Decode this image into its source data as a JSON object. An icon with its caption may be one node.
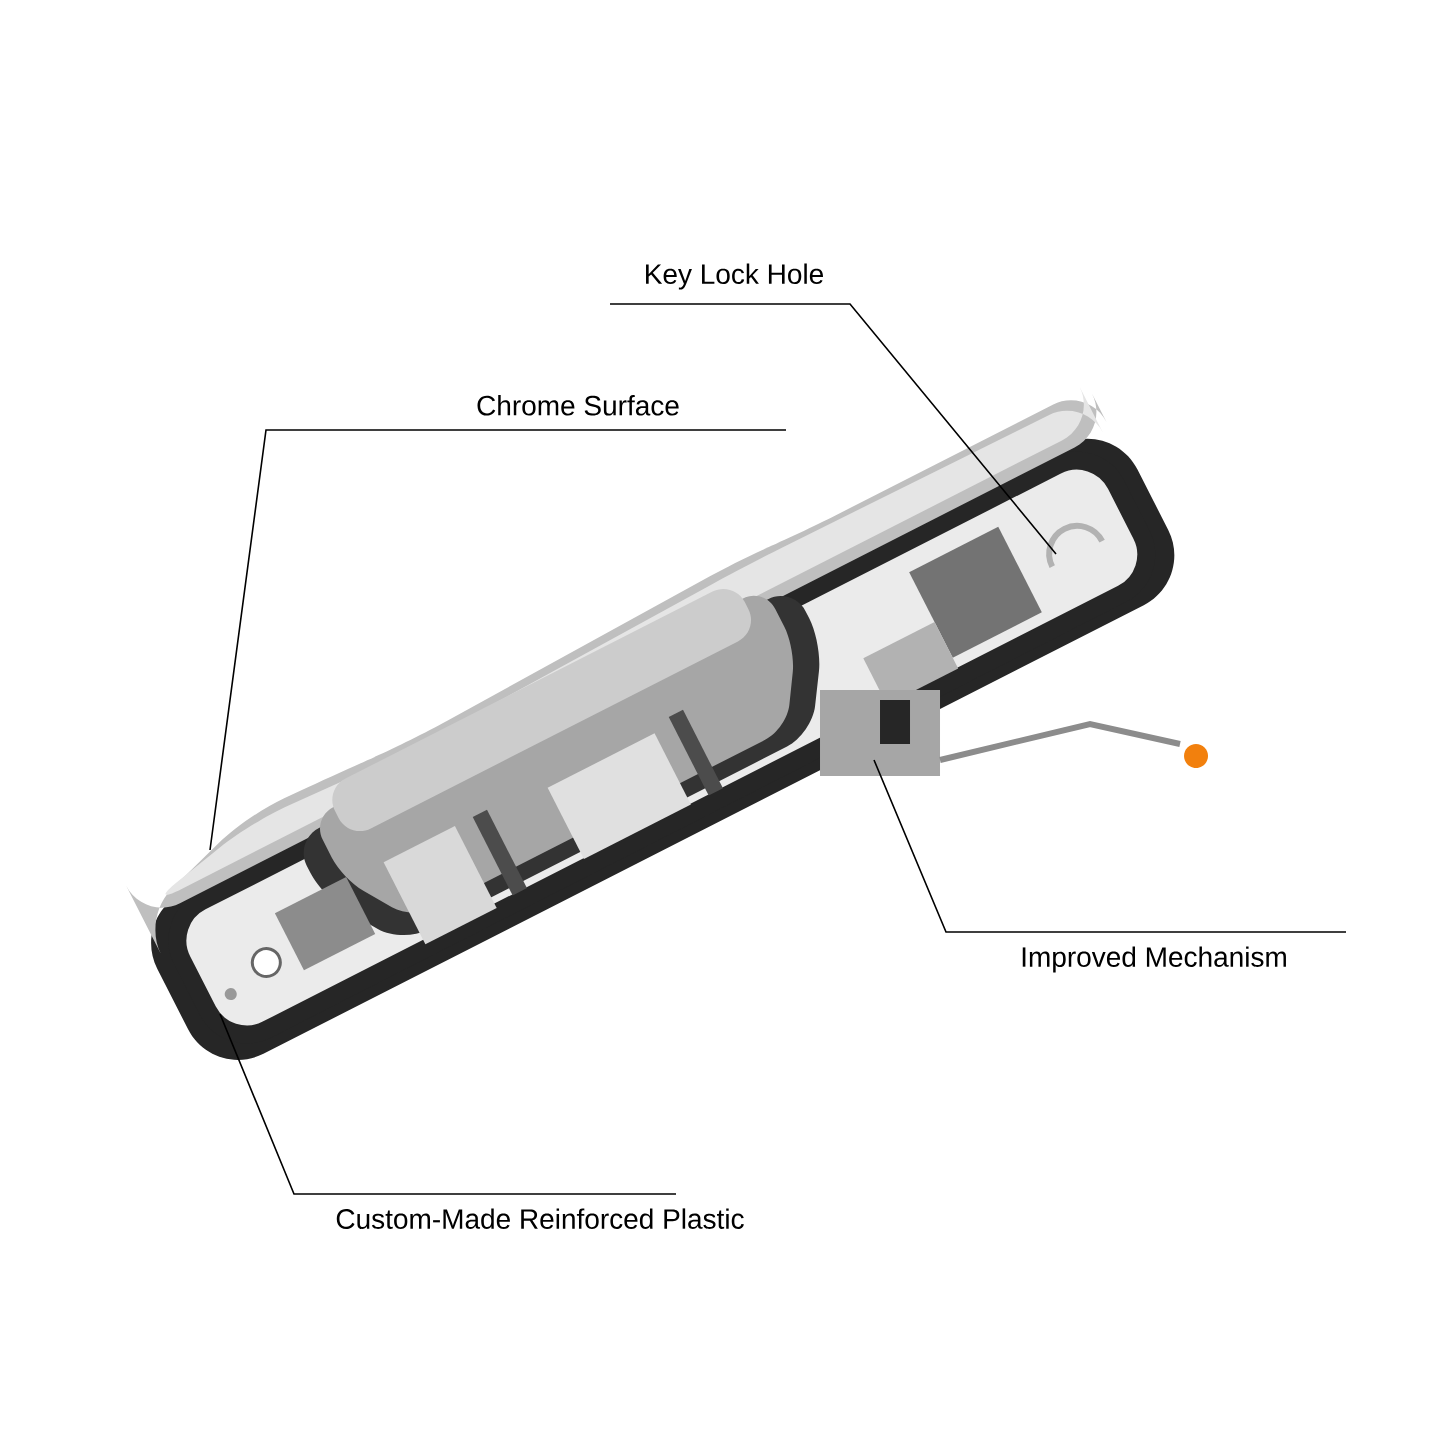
{
  "diagram": {
    "nodes": [
      {
        "text": [
          "Key Lock Hole"
        ]
      },
      {
        "text": [
          "Chrome Surface"
        ]
      },
      {
        "text": [
          "Improved Mechanism"
        ]
      },
      {
        "text": [
          "Custom-Made Reinforced Plastic"
        ]
      }
    ],
    "edges": [
      {
        "from": 0,
        "to": null,
        "arrow": "none"
      },
      {
        "from": 1,
        "to": null,
        "arrow": "none"
      },
      {
        "from": 2,
        "to": null,
        "arrow": "none"
      },
      {
        "from": 3,
        "to": null,
        "arrow": "none"
      }
    ]
  }
}
